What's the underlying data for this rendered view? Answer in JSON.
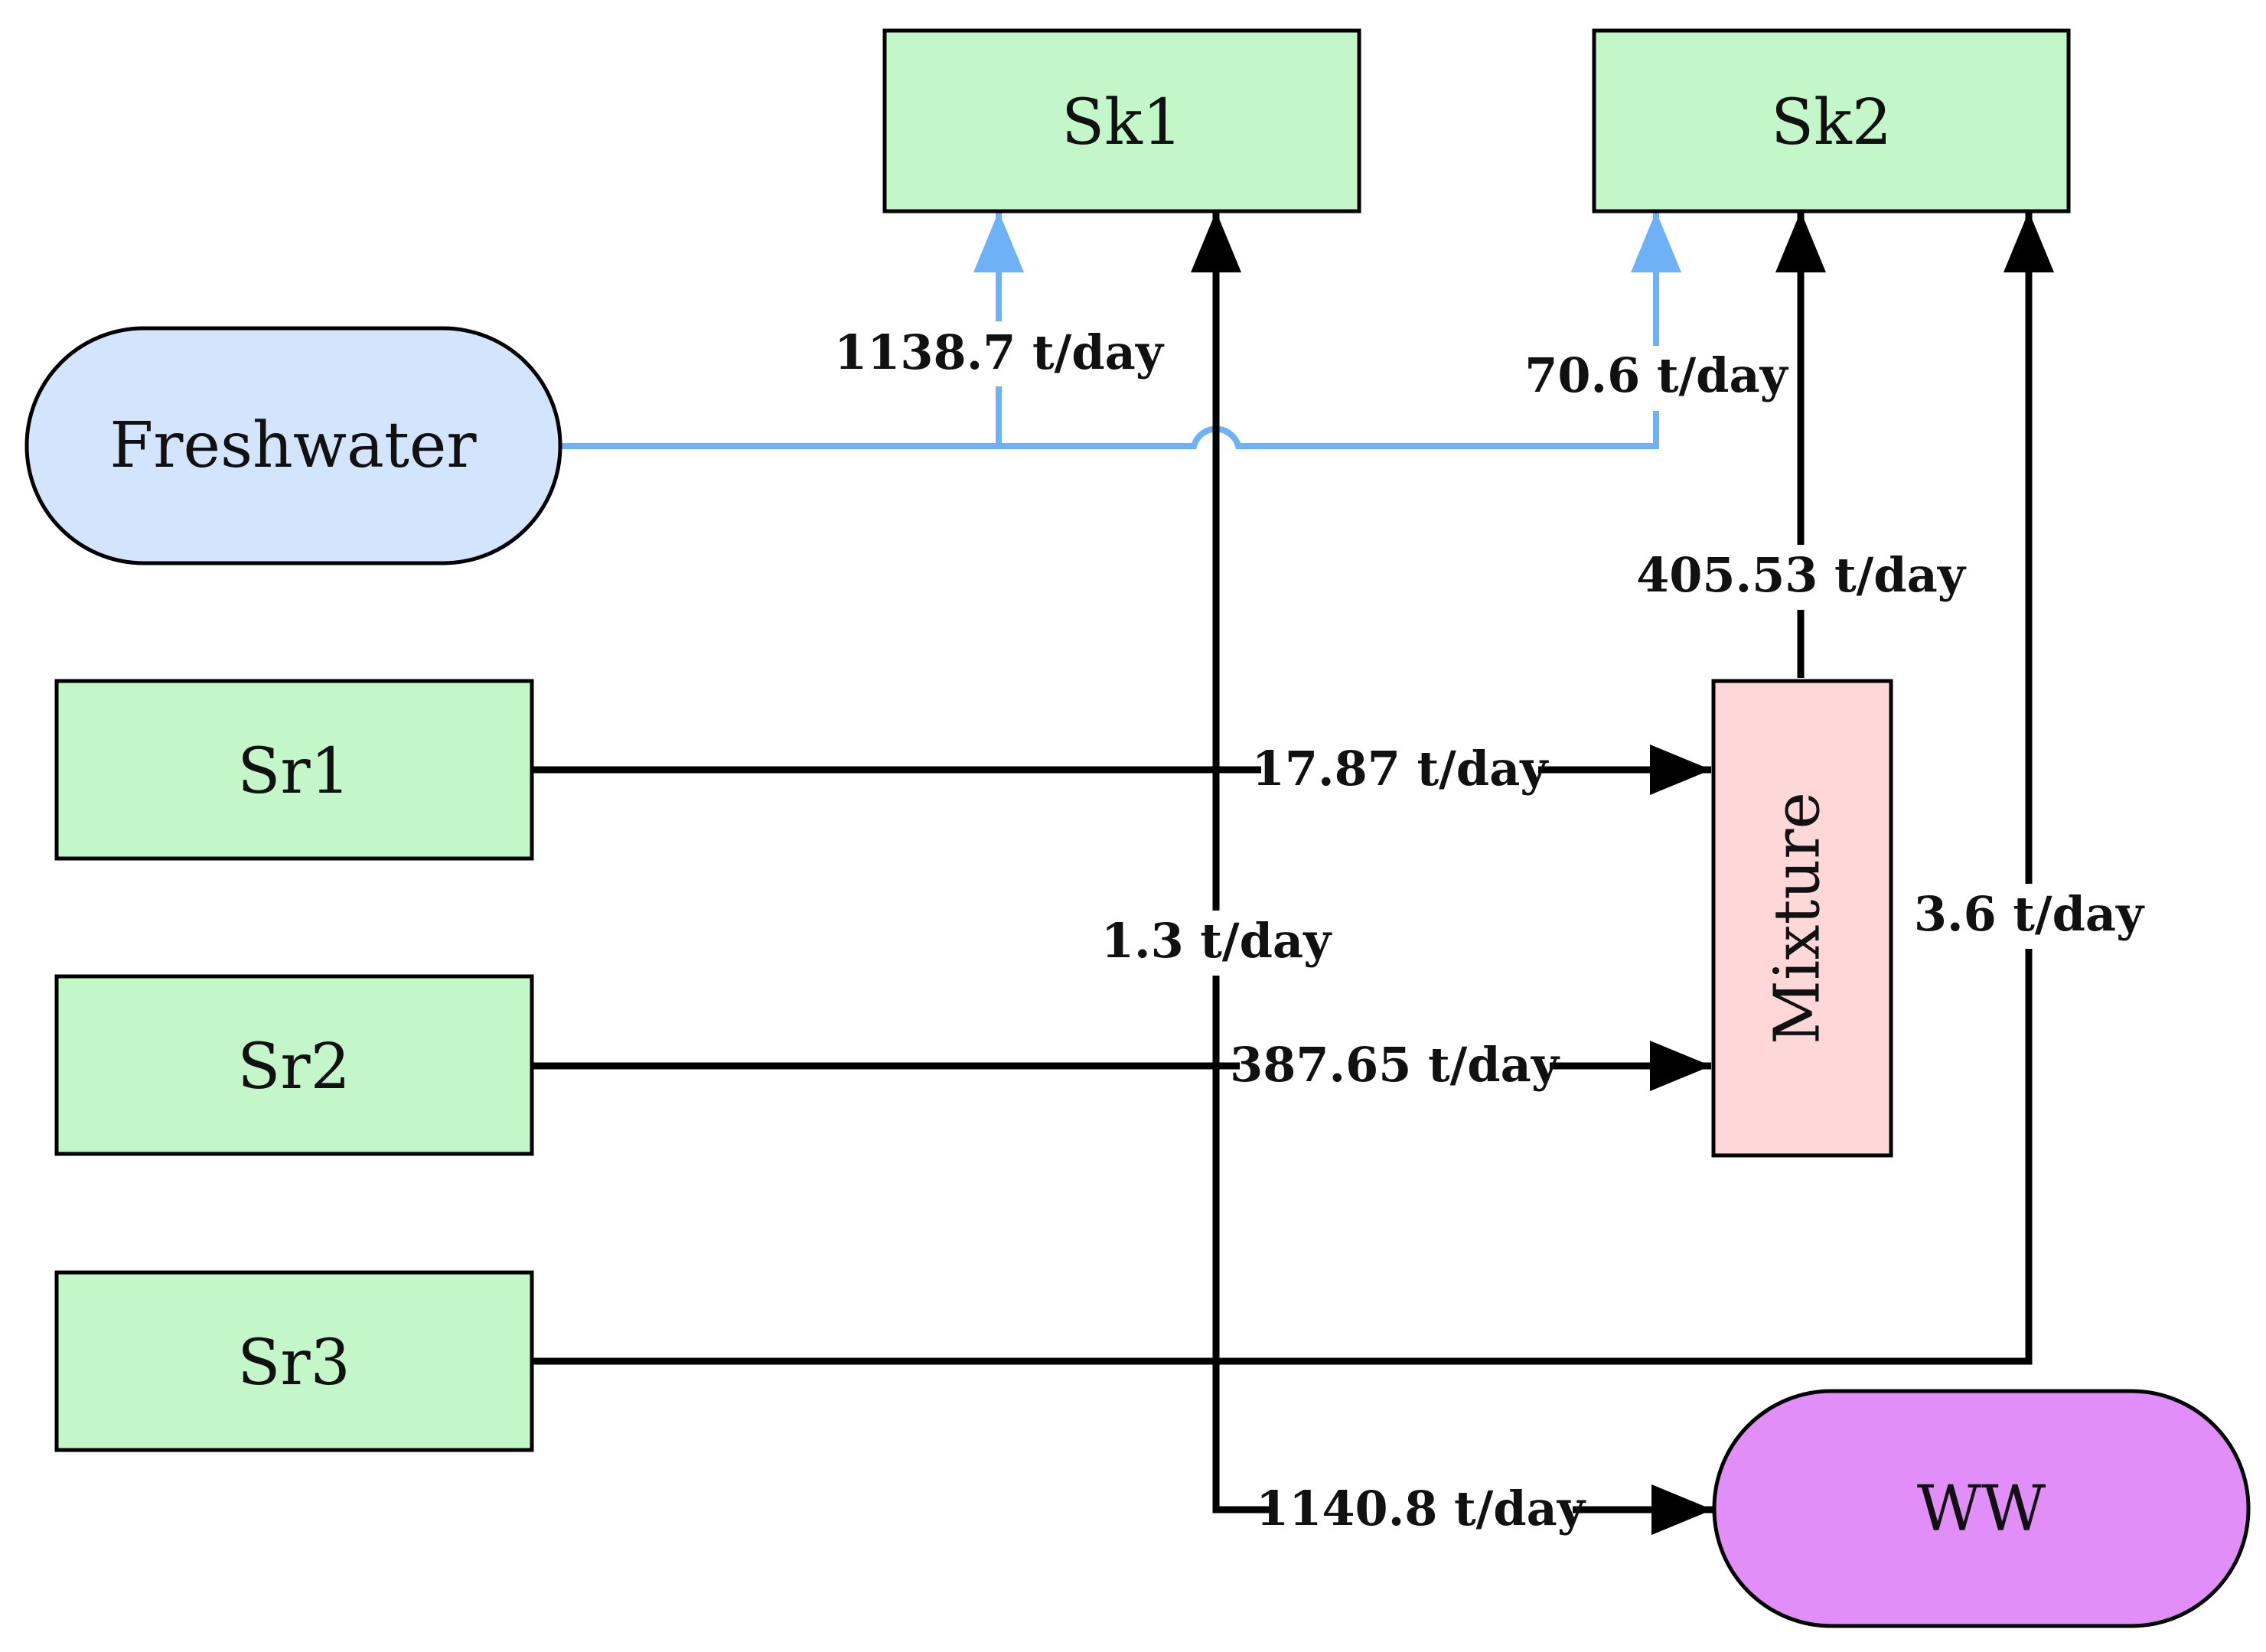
{
  "colors": {
    "process": "#c3f6c8",
    "freshwater": "#d2e5fd",
    "mixture": "#fed8d9",
    "ww": "#e18ef8",
    "edge_black": "#000000",
    "edge_blue": "#6eb1f7"
  },
  "nodes": {
    "sk1": "Sk1",
    "sk2": "Sk2",
    "freshwater": "Freshwater",
    "sr1": "Sr1",
    "sr2": "Sr2",
    "sr3": "Sr3",
    "mixture": "Mixture",
    "ww": "WW"
  },
  "flows": {
    "fw_sk1": "1138.7 t/day",
    "fw_sk2": "70.6 t/day",
    "mixture_sk2": "405.53 t/day",
    "sr1_mixture": "17.87 t/day",
    "sr2_mixture": "387.65 t/day",
    "sr1_sk1": "1.3 t/day",
    "sr3_sk2": "3.6 t/day",
    "sr1_ww": "1140.8 t/day"
  }
}
